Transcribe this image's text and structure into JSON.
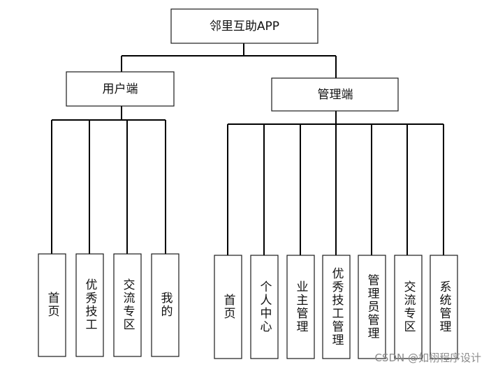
{
  "root": {
    "label": "邻里互助APP"
  },
  "user_side": {
    "label": "用户端",
    "children": [
      "首页",
      "优秀技工",
      "交流专区",
      "我的"
    ]
  },
  "admin_side": {
    "label": "管理端",
    "children": [
      "首页",
      "个人中心",
      "业主管理",
      "优秀技工管理",
      "管理员管理",
      "交流专区",
      "系统管理"
    ]
  },
  "watermark": "CSDN @如栩程序设计"
}
